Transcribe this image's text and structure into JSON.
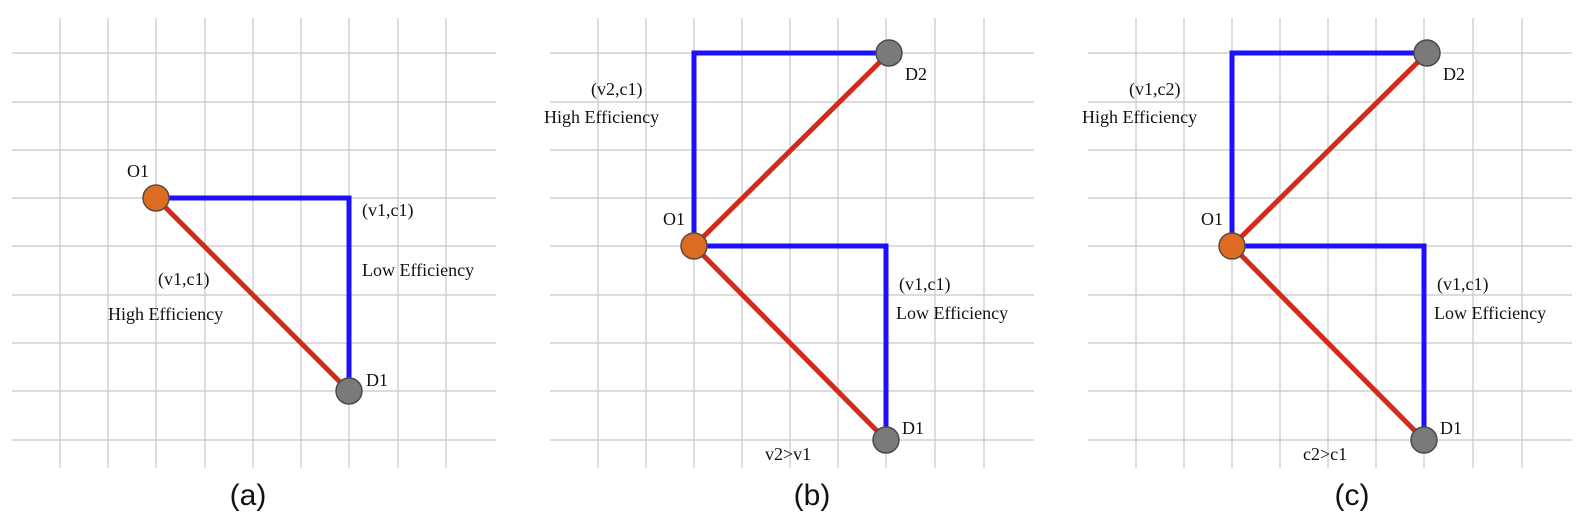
{
  "panels": [
    {
      "caption": "(a)",
      "labels": {
        "origin": "O1",
        "dest1": "D1",
        "blue_params": "(v1,c1)",
        "blue_efficiency": "Low Efficiency",
        "red_params": "(v1,c1)",
        "red_efficiency": "High Efficiency"
      }
    },
    {
      "caption": "(b)",
      "labels": {
        "origin": "O1",
        "dest1": "D1",
        "dest2": "D2",
        "upper_params": "(v2,c1)",
        "upper_efficiency": "High Efficiency",
        "lower_params": "(v1,c1)",
        "lower_efficiency": "Low Efficiency",
        "condition": "v2>v1"
      }
    },
    {
      "caption": "(c)",
      "labels": {
        "origin": "O1",
        "dest1": "D1",
        "dest2": "D2",
        "upper_params": "(v1,c2)",
        "upper_efficiency": "High Efficiency",
        "lower_params": "(v1,c1)",
        "lower_efficiency": "Low Efficiency",
        "condition": "c2>c1"
      }
    }
  ],
  "colors": {
    "grid": "#c8c8c8",
    "blue_route": "#1e10ff",
    "red_route": "#d22b1b",
    "origin_node": "#dd6b22",
    "destination_node": "#7a7a7a"
  }
}
